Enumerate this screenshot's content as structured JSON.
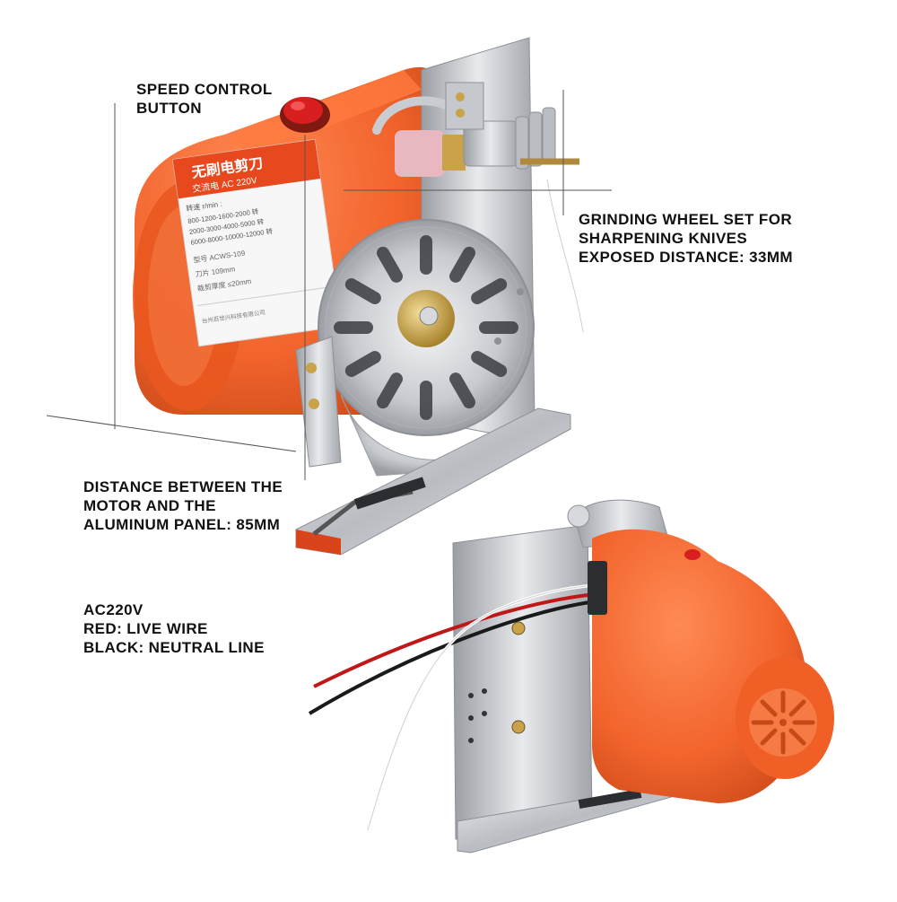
{
  "callouts": {
    "speed_control": [
      "SPEED CONTROL",
      "BUTTON"
    ],
    "grinding_wheel": [
      "GRINDING WHEEL SET FOR",
      "SHARPENING KNIVES",
      "EXPOSED DISTANCE: 33MM"
    ],
    "motor_distance": [
      "DISTANCE BETWEEN THE",
      "MOTOR AND THE",
      "ALUMINUM PANEL: 85MM"
    ],
    "wiring": [
      "AC220V",
      "RED: LIVE WIRE",
      "BLACK: NEUTRAL LINE"
    ]
  },
  "product_label": {
    "title": "无刷电剪刀",
    "voltage": "交流电 AC 220V",
    "speed_header": "转速 r/min :",
    "speed_rows": [
      "800-1200-1600-2000 转",
      "2000-3000-4000-5000 转",
      "6000-8000-10000-12000 转"
    ],
    "model": "型号  ACWS-109",
    "blade": "刀片  109mm",
    "cut_depth": "裁剪厚度  ≤20mm",
    "company": "台州百世兴科技有限公司"
  },
  "colors": {
    "motor_housing": "#f2642c",
    "motor_shadow": "#c94818",
    "steel": "#c9ccd0",
    "steel_dark": "#8d9196",
    "button_red": "#d81e1e",
    "wire_red": "#c01818",
    "wire_black": "#1a1a1a",
    "grinding_stone": "#e8b7c0",
    "brass": "#c9a24a",
    "leader_line": "#555555"
  }
}
